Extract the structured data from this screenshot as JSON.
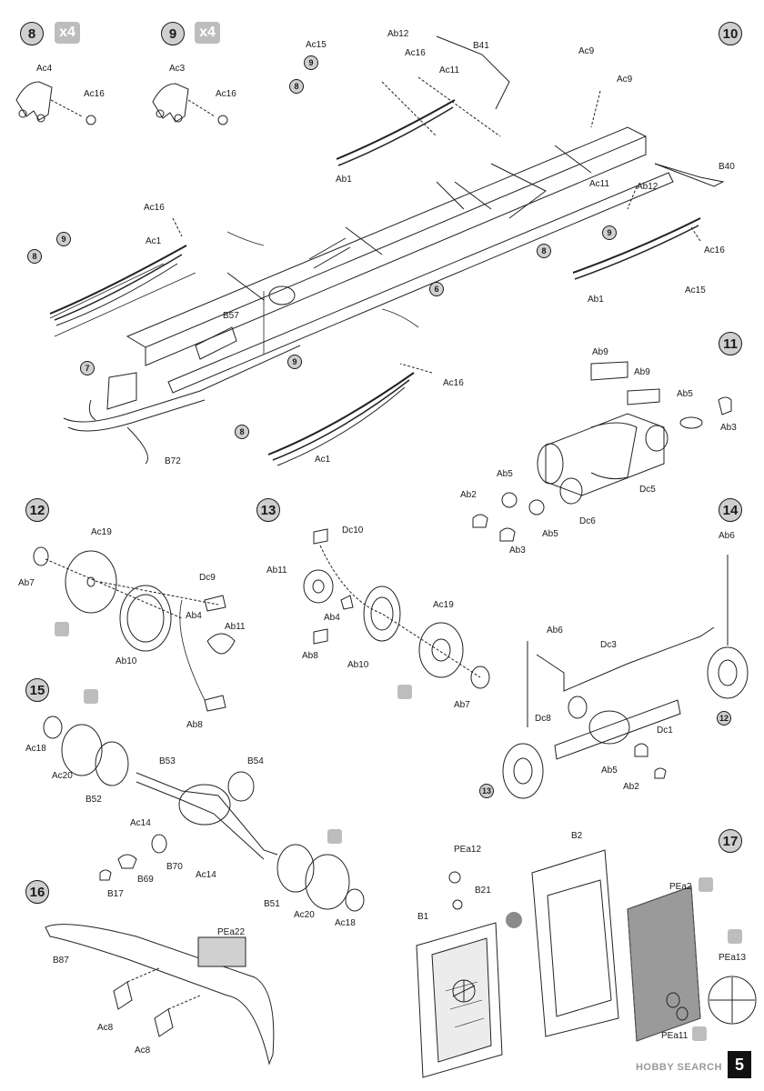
{
  "steps": [
    "8",
    "9",
    "10",
    "11",
    "12",
    "13",
    "14",
    "15",
    "16",
    "17"
  ],
  "multipliers": [
    "x4",
    "x4"
  ],
  "refs": [
    "9",
    "8",
    "9",
    "8",
    "9",
    "8",
    "7",
    "9",
    "8",
    "6",
    "12",
    "13"
  ],
  "labels": [
    "Ac4",
    "Ac16",
    "Ac3",
    "Ac16",
    "Ac15",
    "Ab12",
    "Ac16",
    "B41",
    "Ac11",
    "Ac9",
    "Ac9",
    "Ab1",
    "B40",
    "Ac11",
    "Ab12",
    "Ac16",
    "Ac1",
    "Ac16",
    "Ac15",
    "Ab1",
    "B57",
    "Ac16",
    "Ac1",
    "B72",
    "Ab9",
    "Ab9",
    "Ab5",
    "Ab3",
    "Ab5",
    "Dc5",
    "Ab2",
    "Dc6",
    "Ab5",
    "Ab3",
    "Ac19",
    "Ab7",
    "Dc9",
    "Ab4",
    "Ab11",
    "Ab10",
    "Ab8",
    "Dc10",
    "Ab11",
    "Ab4",
    "Ac19",
    "Ab8",
    "Ab10",
    "Ab7",
    "Ab6",
    "Ab6",
    "Dc3",
    "Dc8",
    "Dc1",
    "Ab5",
    "Ab2",
    "Ac18",
    "Ac20",
    "B52",
    "B53",
    "B54",
    "Ac14",
    "B70",
    "B69",
    "Ac14",
    "B17",
    "B51",
    "Ac20",
    "Ac18",
    "PEa22",
    "B87",
    "Ac8",
    "Ac8",
    "PEa12",
    "B21",
    "B1",
    "B2",
    "PEa2",
    "PEa13",
    "PEa11"
  ],
  "watermark": "HOBBY SEARCH",
  "page_number": "5"
}
